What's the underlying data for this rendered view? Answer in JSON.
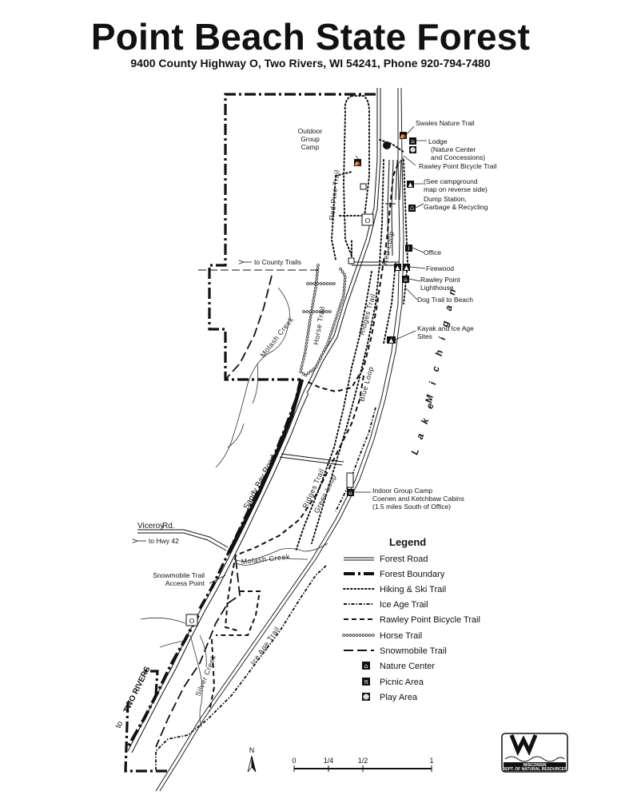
{
  "header": {
    "title": "Point Beach State Forest",
    "subtitle": "9400 County Highway O, Two Rivers, WI 54241, Phone 920-794-7480"
  },
  "labels": {
    "swales_nature_trail": "Swales Nature Trail",
    "lodge_1": "Lodge",
    "lodge_2": "(Nature Center",
    "lodge_3": "and Concessions)",
    "rawley_bicycle_trail": "Rawley Point Bicycle Trail",
    "outdoor_group_camp_1": "Outdoor",
    "outdoor_group_camp_2": "Group",
    "outdoor_group_camp_3": "Camp",
    "campground_note_1": "(See campground",
    "campground_note_2": "map on reverse side)",
    "dump_station_1": "Dump Station,",
    "dump_station_2": "Garbage & Recycling",
    "office": "Office",
    "firewood": "Firewood",
    "lighthouse_1": "Rawley Point",
    "lighthouse_2": "Lighthouse",
    "dog_trail": "Dog Trail to Beach",
    "county_trails": "to County Trails",
    "kayak_1": "Kayak and Ice Age",
    "kayak_2": "Sites",
    "indoor_camp_1": "Indoor Group Camp",
    "indoor_camp_2": "Coenen and Ketchbaw Cabins",
    "indoor_camp_3": "(1.5 miles South of Office)",
    "viceroy_rd": "Viceroy",
    "viceroy_rd_2": "Rd.",
    "to_hwy_42": "to Hwy 42",
    "snowmobile_access_1": "Snowmobile Trail",
    "snowmobile_access_2": "Access Point",
    "to_two_rivers": "to",
    "two_rivers": "TWO RIVERS",
    "lake": "L a k e",
    "michigan": "M i c h i g a n",
    "sandy_bay_road": "Sandy   Bay   Road",
    "red_pine_trail": "Red     Pine     Trail",
    "red_loop": "Red     Loop",
    "horse_trail": "Horse Trail",
    "ridges_trail_north": "Ridges      Trail",
    "ridges_trail_south": "Ridges    Trail",
    "blue_loop": "Blue Loop",
    "green_loop": "Green Loop",
    "molash_creek_north": "Molash Creek",
    "molash_creek_south": "Molash  Creek",
    "silver_creek": "Silver Creek",
    "ice_age_trail": "Ice Age Trail",
    "highway_o": "O",
    "north": "N"
  },
  "legend": {
    "title": "Legend",
    "items": [
      {
        "label": "Forest Road",
        "style": "road"
      },
      {
        "label": "Forest Boundary",
        "style": "boundary"
      },
      {
        "label": "Hiking & Ski Trail",
        "style": "hiking"
      },
      {
        "label": "Ice Age Trail",
        "style": "iceage"
      },
      {
        "label": "Rawley Point Bicycle Trail",
        "style": "bicycle"
      },
      {
        "label": "Horse Trail",
        "style": "horse"
      },
      {
        "label": "Snowmobile Trail",
        "style": "snowmobile"
      },
      {
        "label": "Nature Center",
        "style": "icon-nature"
      },
      {
        "label": "Picnic Area",
        "style": "icon-picnic"
      },
      {
        "label": "Play Area",
        "style": "icon-play"
      }
    ]
  },
  "scale": {
    "ticks": [
      "0",
      "1/4",
      "1/2",
      "1"
    ]
  },
  "logo": {
    "line1": "WISCONSIN",
    "line2": "DEPT. OF NATURAL RESOURCES"
  },
  "colors": {
    "ink": "#111111",
    "paper": "#ffffff"
  }
}
